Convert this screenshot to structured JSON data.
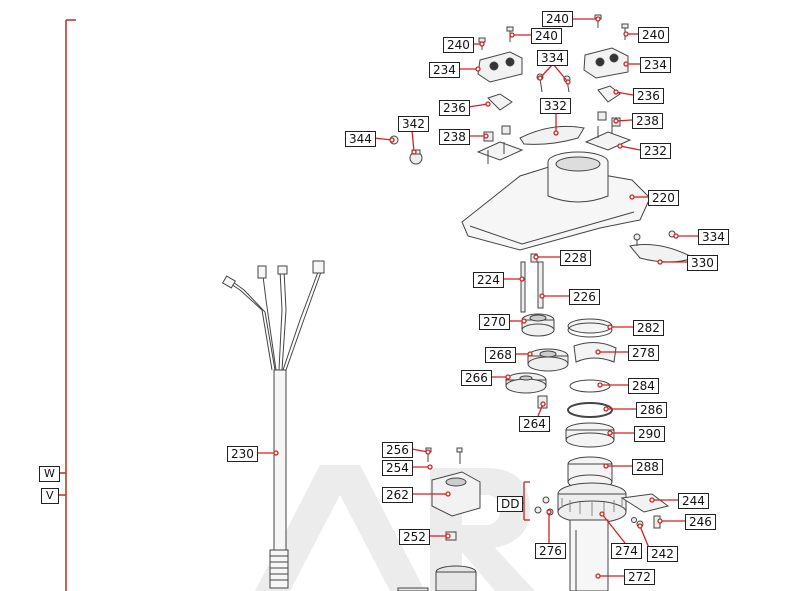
{
  "side_labels": {
    "w": "W",
    "v": "V"
  },
  "callouts": {
    "c240a": "240",
    "c240b": "240",
    "c240c": "240",
    "c240d": "240",
    "c234l": "234",
    "c234r": "234",
    "c334a": "334",
    "c236l": "236",
    "c236r": "236",
    "c332": "332",
    "c238l": "238",
    "c238r": "238",
    "c232": "232",
    "c342": "342",
    "c344": "344",
    "c220": "220",
    "c334b": "334",
    "c330": "330",
    "c228": "228",
    "c224": "224",
    "c226": "226",
    "c270": "270",
    "c282": "282",
    "c268": "268",
    "c278": "278",
    "c266": "266",
    "c284": "284",
    "c286": "286",
    "c264": "264",
    "c290": "290",
    "c256": "256",
    "c254": "254",
    "c288": "288",
    "c230": "230",
    "c262": "262",
    "cDD": "DD",
    "c244": "244",
    "c246": "246",
    "c252": "252",
    "c276": "276",
    "c274": "274",
    "c242": "242",
    "c272": "272"
  },
  "colors": {
    "leader": "#d42020",
    "line": "#333333",
    "bracket": "#c0392b",
    "fill": "#f4f4f4",
    "watermark": "#e8e8e8"
  }
}
